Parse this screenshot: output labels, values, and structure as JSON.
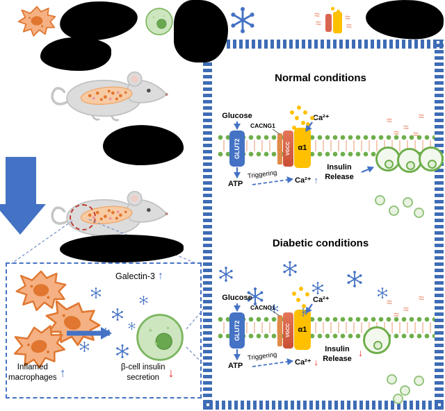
{
  "figure": {
    "normal": {
      "title": "Normal conditions",
      "glucose": "Glucose",
      "glut2": "GLUT2",
      "cacng1": "CACNG1",
      "vgcc": "VGCC",
      "alpha1": "α1",
      "ca_top": "Ca²⁺",
      "atp": "ATP",
      "triggering": "Triggering",
      "ca_bottom": "Ca²⁺",
      "ca_bottom_arrow": "↑",
      "insulin_1": "Insulin",
      "insulin_2": "Release"
    },
    "diabetic": {
      "title": "Diabetic conditions",
      "glucose": "Glucose",
      "glut2": "GLUT2",
      "cacng1": "CACNG1",
      "vgcc": "VGCC",
      "alpha1": "α1",
      "ca_top": "Ca²⁺",
      "atp": "ATP",
      "triggering": "Triggering",
      "ca_bottom": "Ca²⁺",
      "ca_bottom_arrow": "↓",
      "insulin_1": "Insulin",
      "insulin_2": "Release",
      "insulin_arrow": "↓"
    },
    "left_panel": {
      "galectin_label": "Galectin-3",
      "galectin_arrow": "↑",
      "inflamed_1": "Inflamed",
      "inflamed_2": "macrophages",
      "inflamed_arrow": "↑",
      "beta_1": "β-cell insulin",
      "beta_2": "secretion",
      "beta_arrow": "↓"
    },
    "colors": {
      "accent_blue": "#4472C4",
      "alert_red": "#F01E1E",
      "membrane_green": "#6FAE4B",
      "channel_yellow": "#FFC000",
      "vgcc_salmon": "#D96650",
      "macrophage_orange": "#F5B183",
      "beta_cell_green": "#CDE6C0",
      "pancreas_pink": "#F7CBA4"
    }
  }
}
